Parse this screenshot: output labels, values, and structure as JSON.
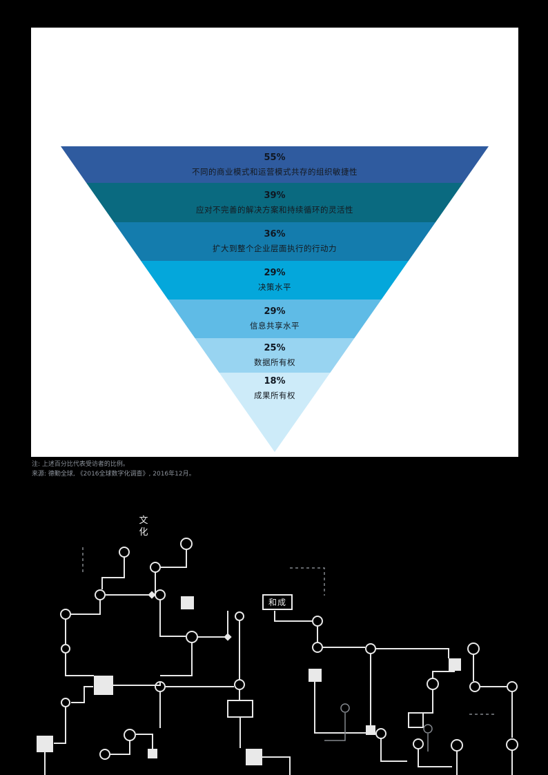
{
  "page": {
    "background": "#000000",
    "panel_background": "#ffffff"
  },
  "chart_data": {
    "type": "funnel",
    "variant": "inverted-pyramid",
    "categories": [
      "不同的商业模式和运营模式共存的组织敏捷性",
      "应对不完善的解决方案和持续循环的灵活性",
      "扩大到整个企业层面执行的行动力",
      "决策水平",
      "信息共享水平",
      "数据所有权",
      "成果所有权"
    ],
    "values": [
      55,
      39,
      36,
      29,
      29,
      25,
      18
    ],
    "unit": "%",
    "colors": [
      "#2F5B9F",
      "#0A6A80",
      "#147CAD",
      "#04A7DB",
      "#5FBBE6",
      "#98D4F1",
      "#CDEBF9"
    ],
    "legend": "none",
    "grid": "off",
    "title": ""
  },
  "funnel": {
    "levels": [
      {
        "pct": "55%",
        "label": "不同的商业模式和运营模式共存的组织敏捷性",
        "color": "#2F5B9F"
      },
      {
        "pct": "39%",
        "label": "应对不完善的解决方案和持续循环的灵活性",
        "color": "#0A6A80"
      },
      {
        "pct": "36%",
        "label": "扩大到整个企业层面执行的行动力",
        "color": "#147CAD"
      },
      {
        "pct": "29%",
        "label": "决策水平",
        "color": "#04A7DB"
      },
      {
        "pct": "29%",
        "label": "信息共享水平",
        "color": "#5FBBE6"
      },
      {
        "pct": "25%",
        "label": "数据所有权",
        "color": "#98D4F1"
      },
      {
        "pct": "18%",
        "label": "成果所有权",
        "color": "#CDEBF9"
      }
    ]
  },
  "notes": {
    "note": "注: 上述百分比代表受访者的比例。",
    "source": "来源: 德勤全球, 《2016全球数字化调查》, 2016年12月。"
  },
  "illustration": {
    "label_culture": "文化",
    "label_integration": "和成",
    "line_color": "#e9e9e9"
  }
}
